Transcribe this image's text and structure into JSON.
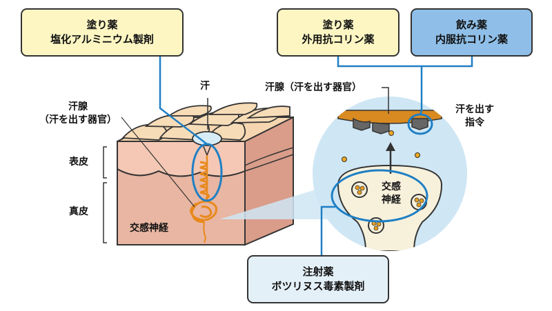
{
  "boxes": {
    "topical_aluminum": {
      "line1": "塗り薬",
      "line2": "塩化アルミニウム製剤"
    },
    "topical_anticholinergic": {
      "line1": "塗り薬",
      "line2": "外用抗コリン薬"
    },
    "oral_anticholinergic": {
      "line1": "飲み薬",
      "line2": "内服抗コリン薬"
    },
    "injection_botulinum": {
      "line1": "注射薬",
      "line2": "ボツリヌス毒素製剤"
    }
  },
  "labels": {
    "sweat": "汗",
    "sweat_gland_left_1": "汗腺",
    "sweat_gland_left_2": "（汗を出す器官）",
    "epidermis": "表皮",
    "dermis": "真皮",
    "sympathetic_left": "交感神経",
    "sweat_gland_right": "汗腺（汗を出す器官）",
    "command_1": "汗を出す",
    "command_2": "指令",
    "sympathetic_right_1": "交感",
    "sympathetic_right_2": "神経"
  },
  "colors": {
    "box_yellow": "#fdf6c3",
    "box_blue": "#8fbfe8",
    "box_pale": "#e4f0f8",
    "highlight_blue": "#1f7fc4",
    "gland_orange": "#e8891c",
    "skin_top": "#f5d6b0",
    "skin_dermis": "#e8b6a2",
    "zoom_circle": "#cfe6f4"
  }
}
